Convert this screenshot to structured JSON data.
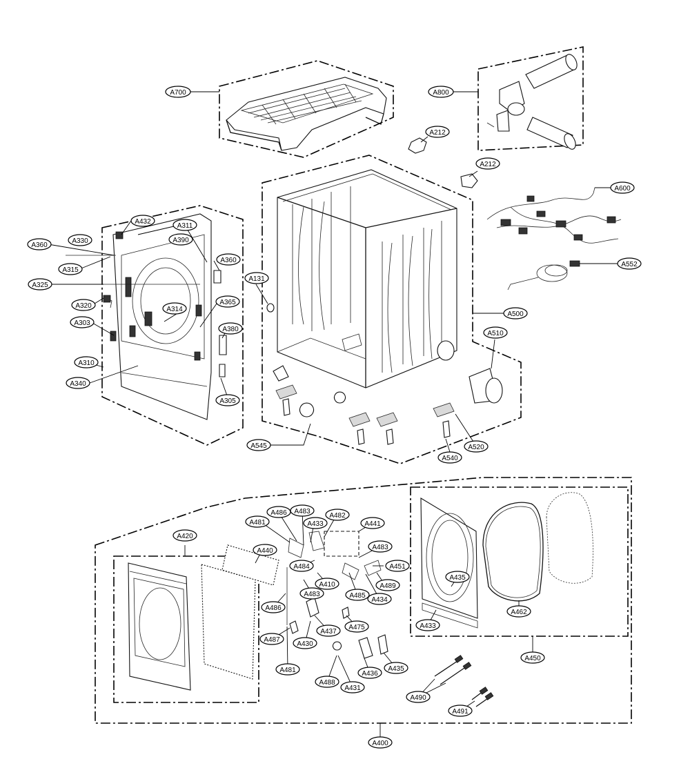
{
  "labels": {
    "A700": "A700",
    "A800": "A800",
    "A212a": "A212",
    "A212b": "A212",
    "A600": "A600",
    "A552": "A552",
    "A500": "A500",
    "A510": "A510",
    "A131": "A131",
    "A520": "A520",
    "A540": "A540",
    "A545": "A545",
    "A432": "A432",
    "A311": "A311",
    "A330": "A330",
    "A360a": "A360",
    "A390": "A390",
    "A315": "A315",
    "A360b": "A360",
    "A325": "A325",
    "A320": "A320",
    "A314": "A314",
    "A365": "A365",
    "A303": "A303",
    "A380": "A380",
    "A310": "A310",
    "A340": "A340",
    "A305": "A305",
    "A420": "A420",
    "A440": "A440",
    "A481a": "A481",
    "A486a": "A486",
    "A483a": "A483",
    "A433a": "A433",
    "A482": "A482",
    "A441": "A441",
    "A483b": "A483",
    "A484": "A484",
    "A451": "A451",
    "A410": "A410",
    "A483c": "A483",
    "A485": "A485",
    "A434": "A434",
    "A489": "A489",
    "A486b": "A486",
    "A437": "A437",
    "A475": "A475",
    "A487": "A487",
    "A430": "A430",
    "A481b": "A481",
    "A488": "A488",
    "A431": "A431",
    "A436": "A436",
    "A435": "A435",
    "A435b": "A435",
    "A433b": "A433",
    "A462": "A462",
    "A450": "A450",
    "A490": "A490",
    "A491": "A491",
    "A400": "A400"
  },
  "colors": {
    "ink": "#000000",
    "paper": "#ffffff"
  }
}
